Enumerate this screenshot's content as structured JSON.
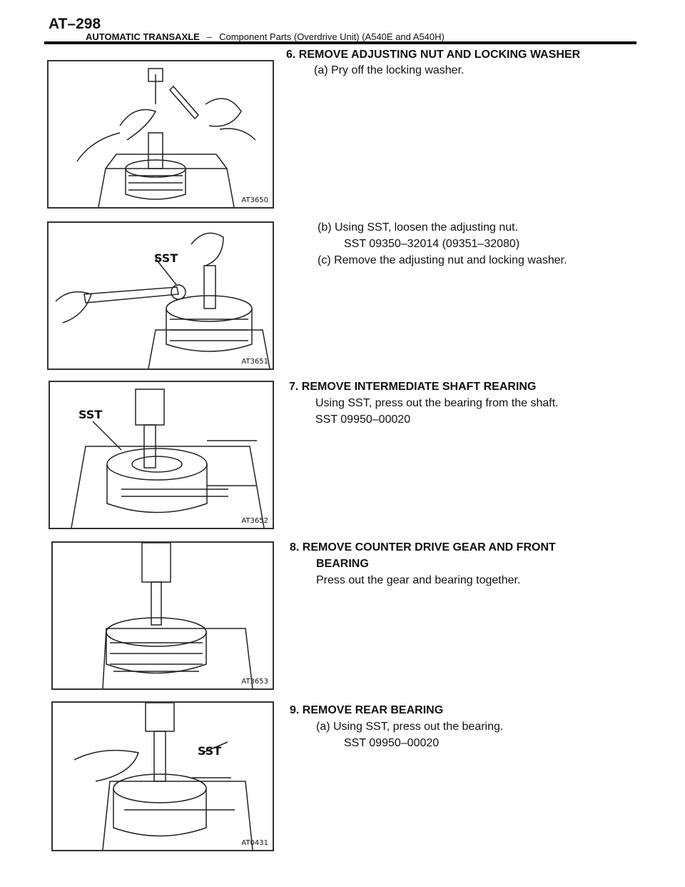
{
  "header": {
    "page_number": "AT–298",
    "section": "AUTOMATIC TRANSAXLE",
    "separator": "–",
    "subtitle": "Component Parts (Overdrive Unit) (A540E and A540H)"
  },
  "steps": {
    "s6": {
      "heading": "6. REMOVE ADJUSTING NUT AND LOCKING WASHER",
      "a": "(a) Pry off the locking washer.",
      "b": "(b) Using SST, loosen the adjusting nut.",
      "b_sst": "SST  09350–32014  (09351–32080)",
      "c": "(c) Remove the adjusting nut and locking washer."
    },
    "s7": {
      "heading": "7. REMOVE INTERMEDIATE SHAFT REARING",
      "line1": "Using SST, press out the bearing from the shaft.",
      "sst": "SST  09950–00020"
    },
    "s8": {
      "heading_1": "8. REMOVE COUNTER DRIVE GEAR AND FRONT",
      "heading_2": "BEARING",
      "line1": "Press out the gear and bearing together."
    },
    "s9": {
      "heading": "9. REMOVE REAR BEARING",
      "a": "(a) Using SST, press out the bearing.",
      "sst": "SST  09950–00020"
    }
  },
  "figures": {
    "f1": {
      "code": "AT3650"
    },
    "f2": {
      "code": "AT3651",
      "label": "SST"
    },
    "f3": {
      "code": "AT3652",
      "label": "SST"
    },
    "f4": {
      "code": "AT3653"
    },
    "f5": {
      "code": "AT0431",
      "label": "SST"
    }
  }
}
